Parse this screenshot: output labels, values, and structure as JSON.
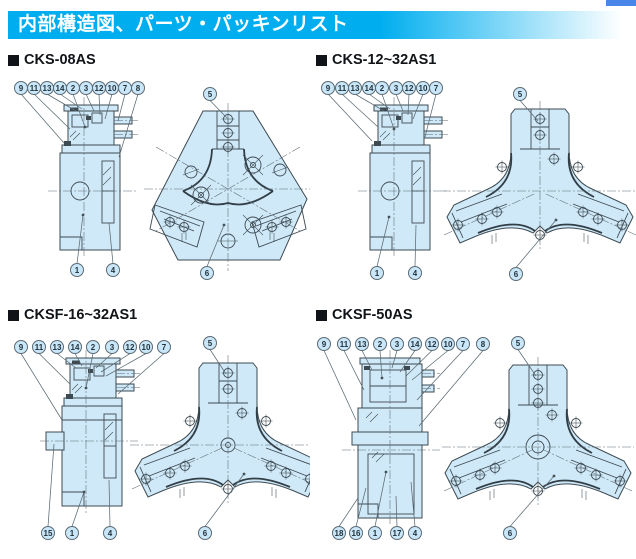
{
  "header": {
    "title": "内部構造図、パーツ・パッキンリスト"
  },
  "colors": {
    "header_blue": "#00AEEF",
    "corner_tab_blue": "#4A86E8",
    "diagram_fill": "#CFE9F8",
    "diagram_line": "#3D4A52",
    "callout_fill": "#C9E7F9"
  },
  "sections": [
    {
      "title": "CKS-08AS",
      "top_callouts": [
        "9",
        "11",
        "13",
        "14",
        "2",
        "3",
        "12",
        "10",
        "7",
        "8"
      ],
      "bottom_callouts": [
        "1",
        "4"
      ],
      "front_top": "5",
      "front_bottom": "6"
    },
    {
      "title": "CKS-12~32AS1",
      "top_callouts": [
        "9",
        "11",
        "13",
        "14",
        "2",
        "3",
        "12",
        "10",
        "7"
      ],
      "bottom_callouts": [
        "1",
        "4"
      ],
      "front_top": "5",
      "front_bottom": "6"
    },
    {
      "title": "CKSF-16~32AS1",
      "top_callouts": [
        "9",
        "11",
        "13",
        "14",
        "2",
        "3",
        "12",
        "10",
        "7"
      ],
      "bottom_callouts": [
        "15",
        "1",
        "4"
      ],
      "front_top": "5",
      "front_bottom": "6"
    },
    {
      "title": "CKSF-50AS",
      "top_callouts": [
        "9",
        "11",
        "13",
        "2",
        "3",
        "14",
        "12",
        "10",
        "7",
        "8"
      ],
      "bottom_callouts": [
        "18",
        "16",
        "1",
        "17",
        "4"
      ],
      "front_top": "5",
      "front_bottom": "6"
    }
  ]
}
